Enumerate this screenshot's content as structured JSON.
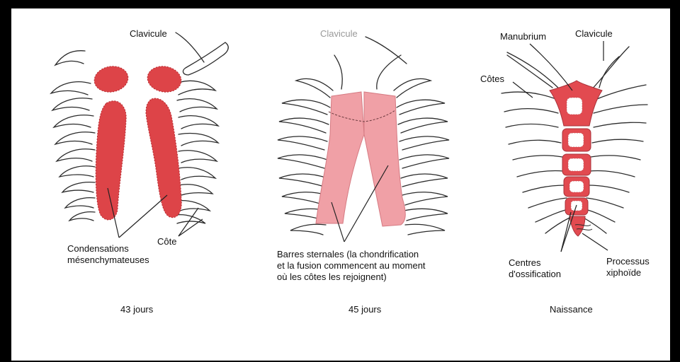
{
  "panels": [
    {
      "caption": "43 jours",
      "labels": {
        "clavicule": "Clavicule",
        "condensations_1": "Condensations",
        "condensations_2": "mésenchymateuses",
        "cote": "Côte"
      }
    },
    {
      "caption": "45 jours",
      "labels": {
        "clavicule": "Clavicule",
        "barres_1": "Barres sternales (la chondrification",
        "barres_2": "et la fusion commencent au moment",
        "barres_3": "où les côtes les rejoignent)"
      }
    },
    {
      "caption": "Naissance",
      "labels": {
        "manubrium": "Manubrium",
        "clavicule": "Clavicule",
        "cotes": "Côtes",
        "centres_1": "Centres",
        "centres_2": "d'ossification",
        "processus_1": "Processus",
        "processus_2": "xiphoïde"
      }
    }
  ],
  "colors": {
    "frame": "#000000",
    "mesenchyme_red": "#dd4448",
    "cartilage_pink": "#f0a0a6",
    "sternum_red": "#e24a50",
    "line": "#222222"
  }
}
